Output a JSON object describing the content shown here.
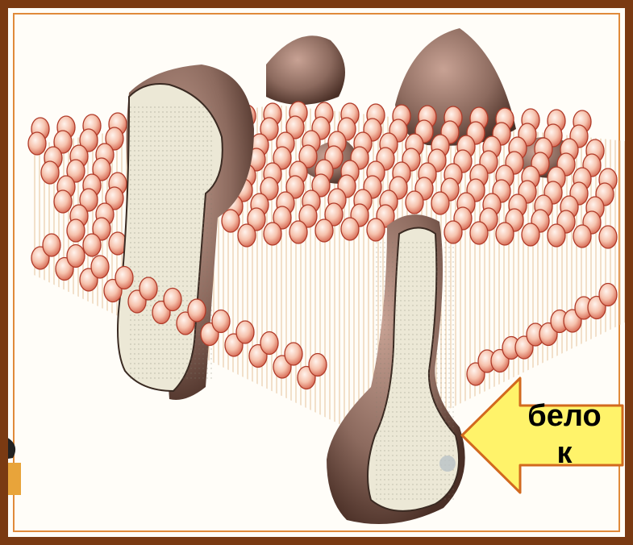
{
  "diagram": {
    "arrow_label": "бело\nк",
    "colors": {
      "frame": "#7a3a12",
      "frame_accent": "#e08a3a",
      "lipid_head": "#f3b9a4",
      "lipid_head_outline": "#b03a28",
      "lipid_tail": "#f0d9bd",
      "protein_surface": "#8c6a5e",
      "protein_cut": "#ece8d6",
      "arrow_fill": "#fff36a",
      "arrow_outline": "#d2691e"
    },
    "icons": [
      "lipid-bilayer",
      "integral-protein",
      "peripheral-protein",
      "left-arrow"
    ]
  }
}
